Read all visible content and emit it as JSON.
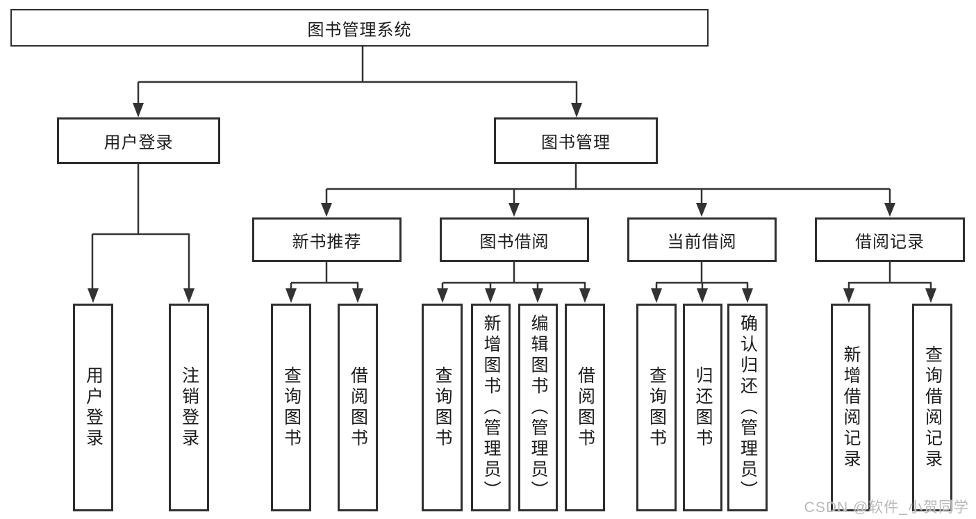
{
  "diagram": {
    "title": "图书管理系统",
    "level1": [
      {
        "label": "用户登录"
      },
      {
        "label": "图书管理"
      }
    ],
    "level2": [
      {
        "label": "新书推荐",
        "parent": "图书管理"
      },
      {
        "label": "图书借阅",
        "parent": "图书管理"
      },
      {
        "label": "当前借阅",
        "parent": "图书管理"
      },
      {
        "label": "借阅记录",
        "parent": "图书管理"
      }
    ],
    "leaves": [
      {
        "label": "用户登录",
        "parent": "用户登录"
      },
      {
        "label": "注销登录",
        "parent": "用户登录"
      },
      {
        "label": "查询图书",
        "parent": "新书推荐"
      },
      {
        "label": "借阅图书",
        "parent": "新书推荐"
      },
      {
        "label": "查询图书",
        "parent": "图书借阅"
      },
      {
        "label": "新增图书（管理员）",
        "parent": "图书借阅"
      },
      {
        "label": "编辑图书（管理员）",
        "parent": "图书借阅"
      },
      {
        "label": "借阅图书",
        "parent": "图书借阅"
      },
      {
        "label": "查询图书",
        "parent": "当前借阅"
      },
      {
        "label": "归还图书",
        "parent": "当前借阅"
      },
      {
        "label": "确认归还（管理员）",
        "parent": "当前借阅"
      },
      {
        "label": "新增借阅记录",
        "parent": "借阅记录"
      },
      {
        "label": "查询借阅记录",
        "parent": "借阅记录"
      }
    ],
    "colors": {
      "line": "#333333",
      "box_border": "#2e2e2e",
      "text": "#1c1c1c",
      "background": "#ffffff",
      "watermark_color": "#b9b9b9"
    }
  },
  "watermark": "CSDN @软件_小贺同学"
}
